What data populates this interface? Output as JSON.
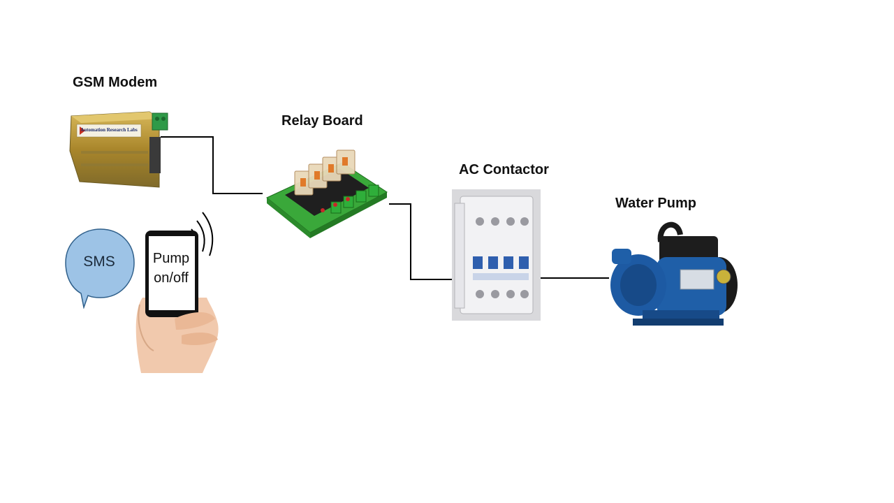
{
  "labels": {
    "gsm_modem": "GSM Modem",
    "relay_board": "Relay Board",
    "ac_contactor": "AC Contactor",
    "water_pump": "Water Pump"
  },
  "sms_bubble": "SMS",
  "phone_screen": "Pump\non/off",
  "modem_brand": "Automation Research Labs",
  "colors": {
    "modem_gold": "#b8962e",
    "relay_green": "#3aa83a",
    "pump_blue": "#1f5fa8",
    "bubble_blue": "#9dc3e6",
    "wire": "#000000"
  }
}
